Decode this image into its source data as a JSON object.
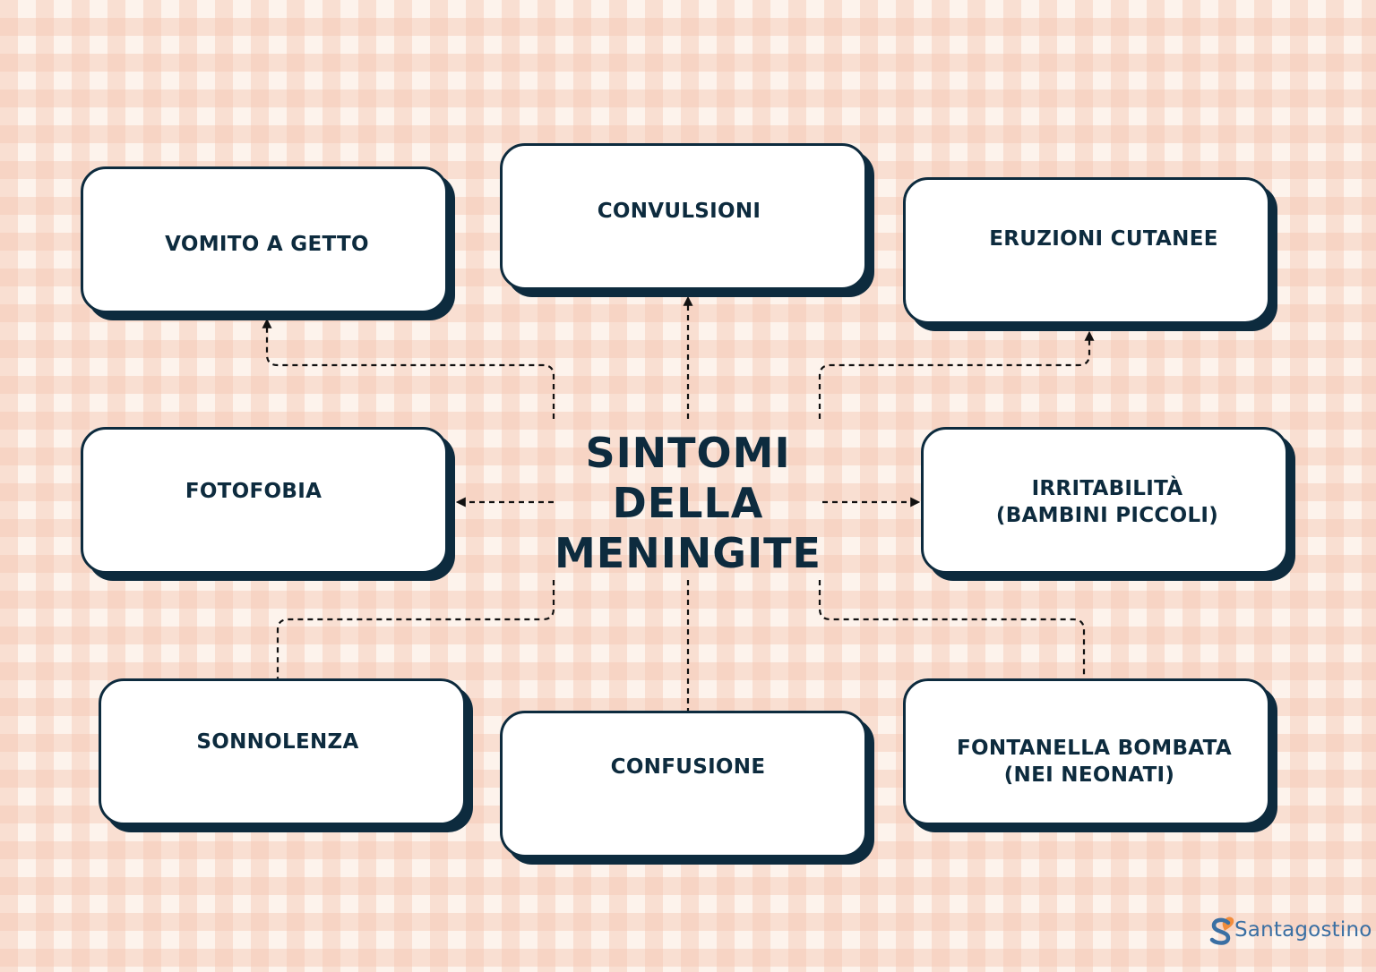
{
  "title": [
    "SINTOMI",
    "DELLA",
    "MENINGITE"
  ],
  "nodes": {
    "vomito": [
      "VOMITO A GETTO"
    ],
    "convulsioni": [
      "CONVULSIONI"
    ],
    "eruzioni": [
      "ERUZIONI CUTANEE"
    ],
    "fotofobia": [
      "FOTOFOBIA"
    ],
    "irritabilita": [
      "IRRITABILITÀ",
      "(BAMBINI PICCOLI)"
    ],
    "sonnolenza": [
      "SONNOLENZA"
    ],
    "confusione": [
      "CONFUSIONE"
    ],
    "fontanella": [
      "FONTANELLA BOMBATA",
      "(NEI NEONATI)"
    ]
  },
  "brand": {
    "name": "Santagostino"
  },
  "colors": {
    "navy": "#0d2b3e",
    "highlight": "#fdcb0c",
    "card": "#ffffff",
    "background": "#fdf3ec",
    "gingham": "#f4c8b2",
    "brand_blue": "#3a6fa3",
    "brand_orange": "#f28c3b"
  }
}
